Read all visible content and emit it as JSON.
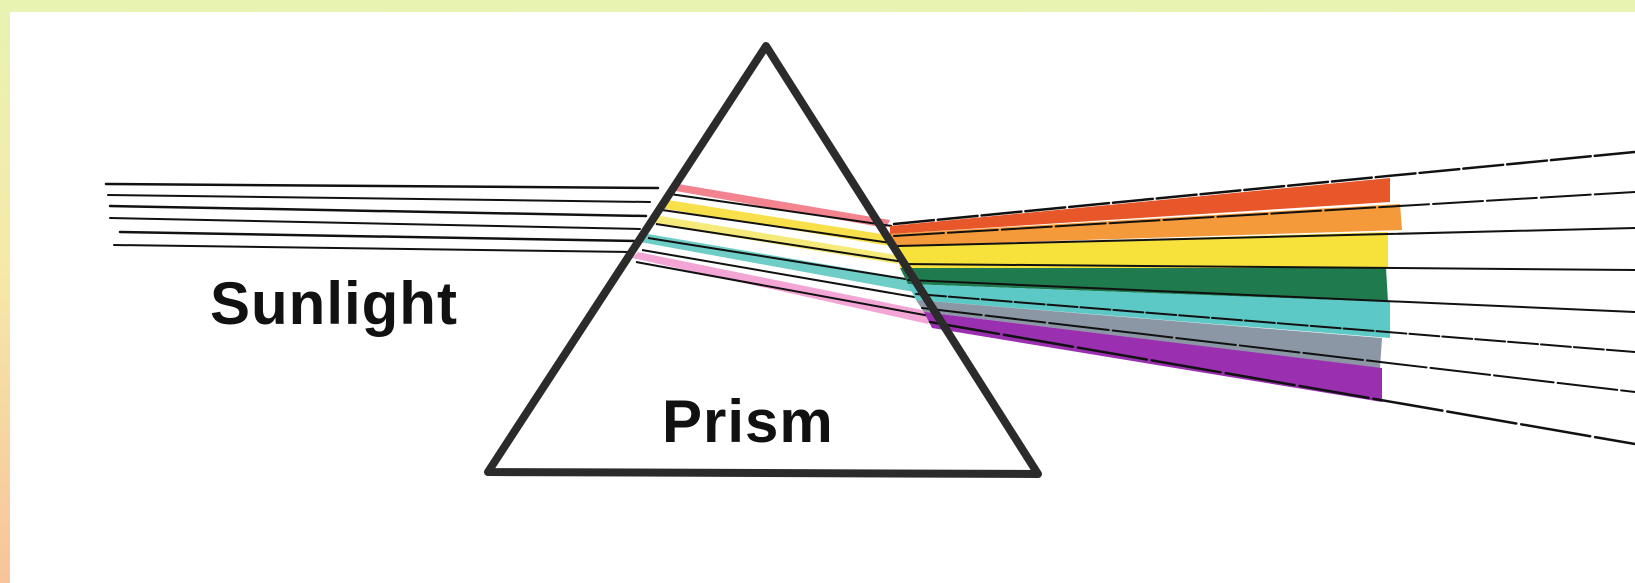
{
  "labels": {
    "sunlight": "Sunlight",
    "prism": "Prism"
  },
  "spectrum": [
    {
      "color": "red-orange",
      "hex": "#e8572a"
    },
    {
      "color": "orange",
      "hex": "#f49a3b"
    },
    {
      "color": "yellow",
      "hex": "#f7e23c"
    },
    {
      "color": "green",
      "hex": "#1f7a4e"
    },
    {
      "color": "cyan",
      "hex": "#5dc9c6"
    },
    {
      "color": "grey-blue",
      "hex": "#8b97a4"
    },
    {
      "color": "violet",
      "hex": "#9a2fb0"
    }
  ],
  "colors": {
    "prism_outline": "#2b2b2b",
    "ray": "#111111",
    "background": "#ffffff"
  }
}
